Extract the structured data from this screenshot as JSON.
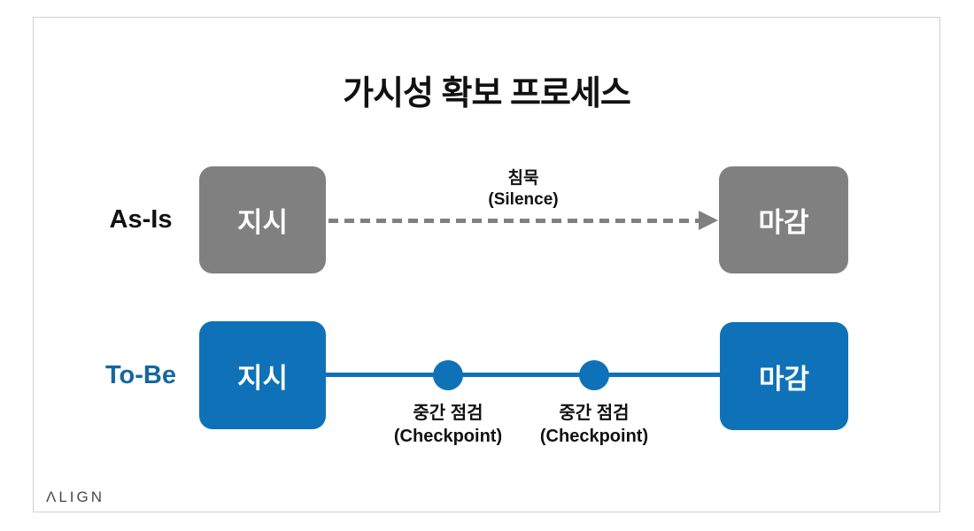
{
  "title": "가시성 확보 프로세스",
  "colors": {
    "gray": "#808080",
    "blue": "#0f72b8",
    "tobe_label": "#15689f",
    "text": "#111111",
    "logo": "#4a4a4a",
    "border": "#cfcfcf"
  },
  "asis": {
    "row_label": "As-Is",
    "start_box": "지시",
    "end_box": "마감",
    "arrow_label_ko": "침묵",
    "arrow_label_en": "(Silence)"
  },
  "tobe": {
    "row_label": "To-Be",
    "start_box": "지시",
    "end_box": "마감",
    "checkpoints": [
      {
        "label_ko": "중간 점검",
        "label_en": "(Checkpoint)"
      },
      {
        "label_ko": "중간 점검",
        "label_en": "(Checkpoint)"
      }
    ]
  },
  "footer": {
    "logo": "ΛLIGN"
  }
}
